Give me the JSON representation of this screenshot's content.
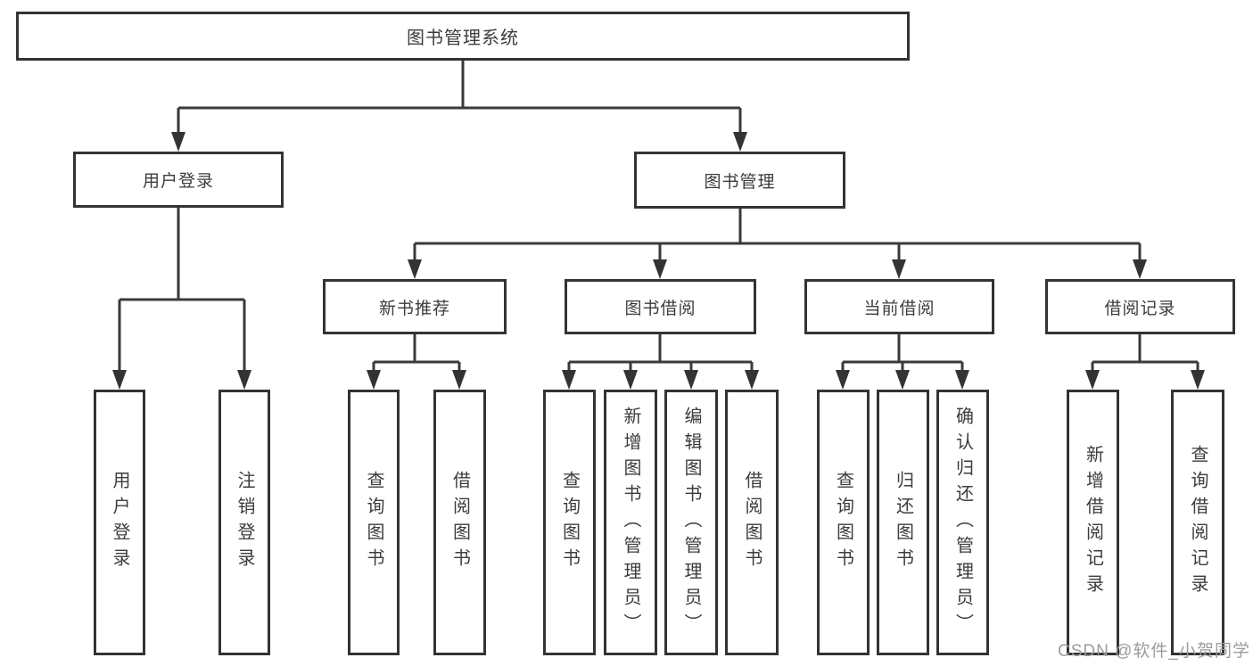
{
  "diagram": {
    "tree": {
      "root": "图书管理系统",
      "children": [
        {
          "label": "用户登录",
          "children": [
            {
              "label": "用户登录"
            },
            {
              "label": "注销登录"
            }
          ]
        },
        {
          "label": "图书管理",
          "children": [
            {
              "label": "新书推荐",
              "children": [
                {
                  "label": "查询图书"
                },
                {
                  "label": "借阅图书"
                }
              ]
            },
            {
              "label": "图书借阅",
              "children": [
                {
                  "label": "查询图书"
                },
                {
                  "label": "新增图书（管理员）"
                },
                {
                  "label": "编辑图书（管理员）"
                },
                {
                  "label": "借阅图书"
                }
              ]
            },
            {
              "label": "当前借阅",
              "children": [
                {
                  "label": "查询图书"
                },
                {
                  "label": "归还图书"
                },
                {
                  "label": "确认归还（管理员）"
                }
              ]
            },
            {
              "label": "借阅记录",
              "children": [
                {
                  "label": "新增借阅记录"
                },
                {
                  "label": "查询借阅记录"
                }
              ]
            }
          ]
        }
      ]
    },
    "colors": {
      "box_border": "#333333",
      "connector_line": "#3a3a3a",
      "text": "#3c3c3c",
      "watermark": "#9c9c9c",
      "background": "#ffffff"
    },
    "watermark": {
      "text": "CSDN @软件_小贺同学"
    }
  }
}
